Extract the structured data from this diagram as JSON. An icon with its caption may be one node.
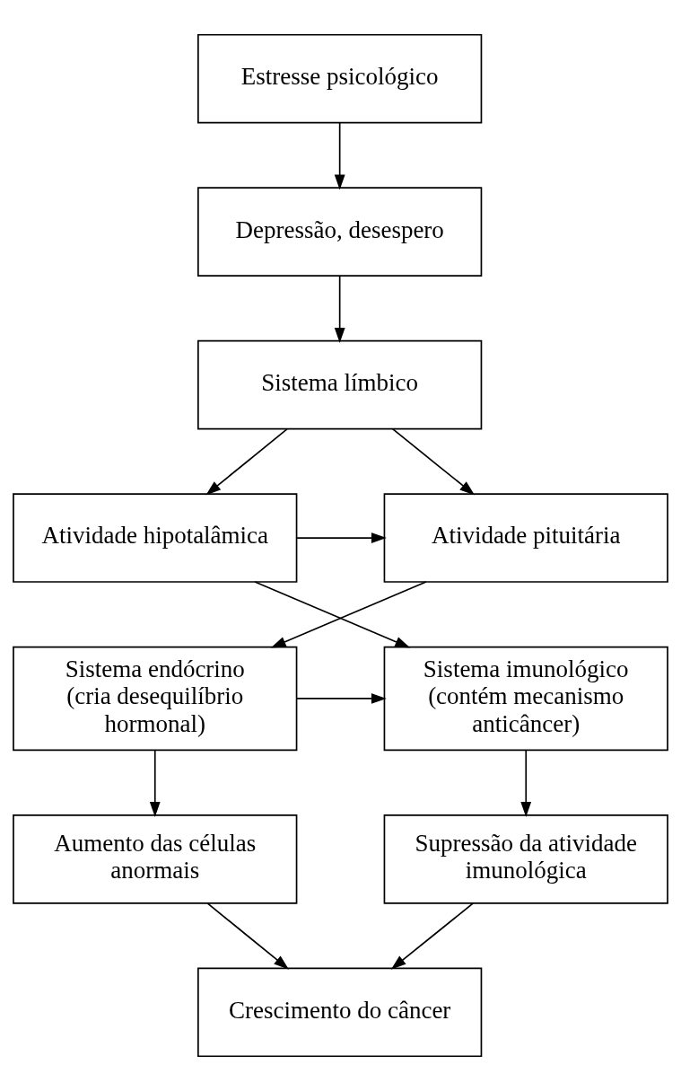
{
  "diagram": {
    "nodes": [
      {
        "text": [
          "Estresse psicológico"
        ]
      },
      {
        "text": [
          "Depressão, desespero"
        ]
      },
      {
        "text": [
          "Sistema límbico"
        ]
      },
      {
        "text": [
          "Atividade hipotalâmica"
        ]
      },
      {
        "text": [
          "Atividade pituitária"
        ]
      },
      {
        "text": [
          "Sistema imunológico (contém mecanismo anticâncer)"
        ]
      },
      {
        "text": [
          "Sistema endócrino (cria desequilíbrio hormonal)"
        ]
      },
      {
        "text": [
          "Supressão da atividade imunológica"
        ]
      },
      {
        "text": [
          "Aumento das células anormais"
        ]
      },
      {
        "text": [
          "Crescimento do câncer"
        ]
      }
    ],
    "edges": [
      {
        "from": 0,
        "to": 1,
        "arrow": "to"
      },
      {
        "from": 1,
        "to": 2,
        "arrow": "to"
      },
      {
        "from": 2,
        "to": 3,
        "arrow": "to"
      },
      {
        "from": 2,
        "to": 4,
        "arrow": "to"
      },
      {
        "from": 3,
        "to": 4,
        "arrow": "to"
      },
      {
        "from": 3,
        "to": 5,
        "arrow": "to"
      },
      {
        "from": 4,
        "to": 6,
        "arrow": "to"
      },
      {
        "from": 6,
        "to": 5,
        "arrow": "to"
      },
      {
        "from": 5,
        "to": 7,
        "arrow": "to"
      },
      {
        "from": 6,
        "to": 8,
        "arrow": "to"
      },
      {
        "from": 7,
        "to": 9,
        "arrow": "to"
      },
      {
        "from": 8,
        "to": 9,
        "arrow": "to"
      }
    ]
  }
}
